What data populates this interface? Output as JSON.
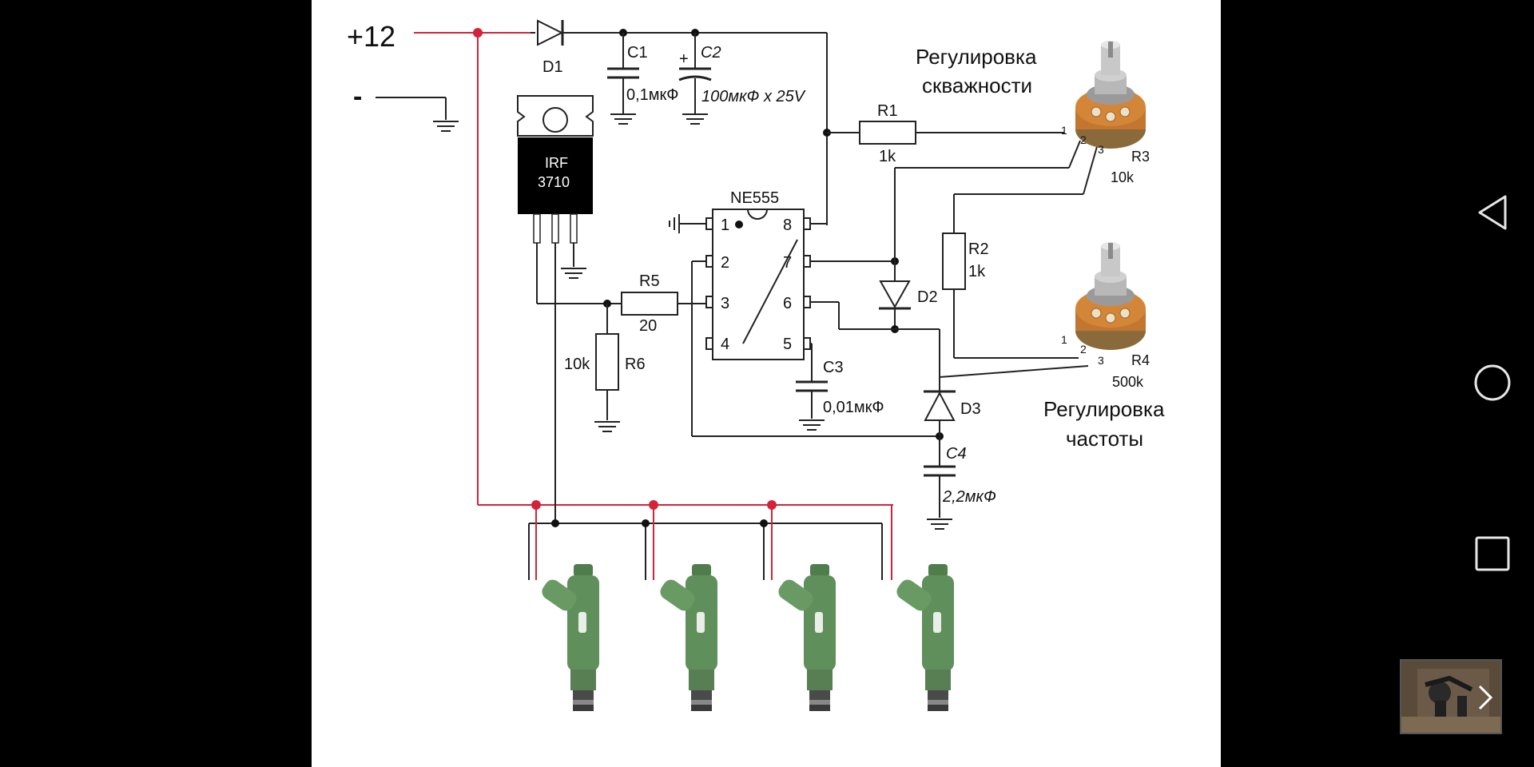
{
  "power": {
    "plus": "+12",
    "minus": "-"
  },
  "components": {
    "d1": "D1",
    "c1": "C1",
    "c1_value": "0,1мкФ",
    "c2": "C2",
    "c2_value": "100мкФ х 25V",
    "c2_plus": "+",
    "mosfet_line1": "IRF",
    "mosfet_line2": "3710",
    "ic": "NE555",
    "pins": [
      "1",
      "2",
      "3",
      "4",
      "5",
      "6",
      "7",
      "8"
    ],
    "r1": "R1",
    "r1_value": "1k",
    "r2": "R2",
    "r2_value": "1k",
    "r3": "R3",
    "r3_value": "10k",
    "r4": "R4",
    "r4_value": "500k",
    "r5": "R5",
    "r5_value": "20",
    "r6": "R6",
    "r6_value": "10k",
    "d2": "D2",
    "d3": "D3",
    "c3": "C3",
    "c3_value": "0,01мкФ",
    "c4": "C4",
    "c4_value": "2,2мкФ",
    "pot_pins": [
      "1",
      "2",
      "3"
    ]
  },
  "labels": {
    "duty_line1": "Регулировка",
    "duty_line2": "скважности",
    "freq_line1": "Регулировка",
    "freq_line2": "частоты"
  },
  "injectors": {
    "count": 4,
    "color": "#5f8f5a"
  },
  "colors": {
    "wire": "#222222",
    "positive_wire": "#d2233a",
    "node_red": "#d2233a"
  },
  "navbar": {
    "icons": [
      "back-triangle-icon",
      "home-circle-icon",
      "recents-square-icon"
    ]
  },
  "thumbnail": {
    "icon": "chevron-right-icon"
  }
}
